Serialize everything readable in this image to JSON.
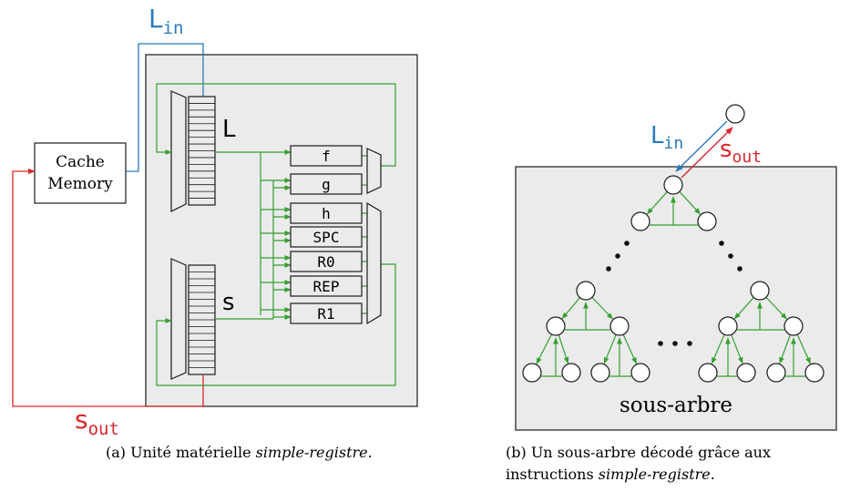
{
  "colors": {
    "blue": "#2b7bbf",
    "red": "#d9262b",
    "green": "#34a02e",
    "panel": "#ebebeb",
    "stroke": "#1a1a1a"
  },
  "diagram_a": {
    "l_in": {
      "main": "L",
      "sub": "in"
    },
    "s_out": {
      "main": "s",
      "sub": "out"
    },
    "cache": {
      "line1": "Cache",
      "line2": "Memory"
    },
    "reg_L": "L",
    "reg_s": "s",
    "units": [
      "f",
      "g",
      "h",
      "SPC",
      "R0",
      "REP",
      "R1"
    ],
    "caption": {
      "prefix": "(a) Unité matérielle ",
      "italic": "simple-registre",
      "suffix": "."
    }
  },
  "diagram_b": {
    "l_in": {
      "main": "L",
      "sub": "in"
    },
    "s_out": {
      "main": "s",
      "sub": "out"
    },
    "subtree_label": "sous-arbre",
    "caption": {
      "line1": "(b) Un sous-arbre décodé grâce aux",
      "line2_prefix": "instructions ",
      "line2_italic": "simple-registre",
      "line2_suffix": "."
    }
  }
}
